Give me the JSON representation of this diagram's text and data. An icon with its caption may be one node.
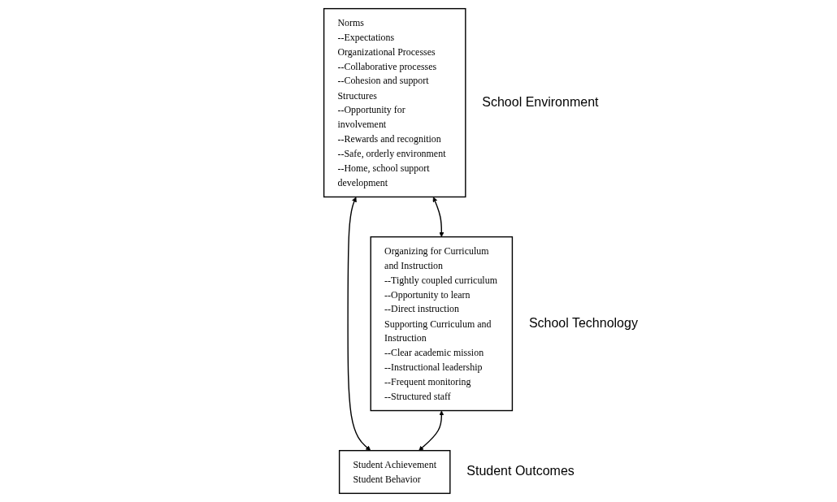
{
  "diagram": {
    "nodes": [
      {
        "text": [
          "Norms",
          "--Expectations",
          "Organizational Processes",
          "--Collaborative processes",
          "--Cohesion and support",
          "Structures",
          "--Opportunity for involvement",
          "--Rewards and recognition",
          "--Safe, orderly environment",
          "--Home, school support development"
        ],
        "beside": [
          "School Environment"
        ]
      },
      {
        "text": [
          "Organizing for Curriculum and Instruction",
          "--Tightly coupled curriculum",
          "--Opportunity to learn",
          "--Direct instruction",
          "Supporting Curriculum and Instruction",
          "--Clear academic mission",
          "--Instructional leadership",
          "--Frequent monitoring",
          "--Structured staff"
        ],
        "beside": [
          "School Technology"
        ]
      },
      {
        "text": [
          "Student Achievement",
          "Student Behavior"
        ],
        "beside": [
          "Student Outcomes"
        ]
      }
    ],
    "edges": [
      {
        "from": 0,
        "to": 1,
        "arrow": "both"
      },
      {
        "from": 0,
        "to": 2,
        "arrow": "both"
      },
      {
        "from": 1,
        "to": 2,
        "arrow": "both"
      }
    ]
  }
}
